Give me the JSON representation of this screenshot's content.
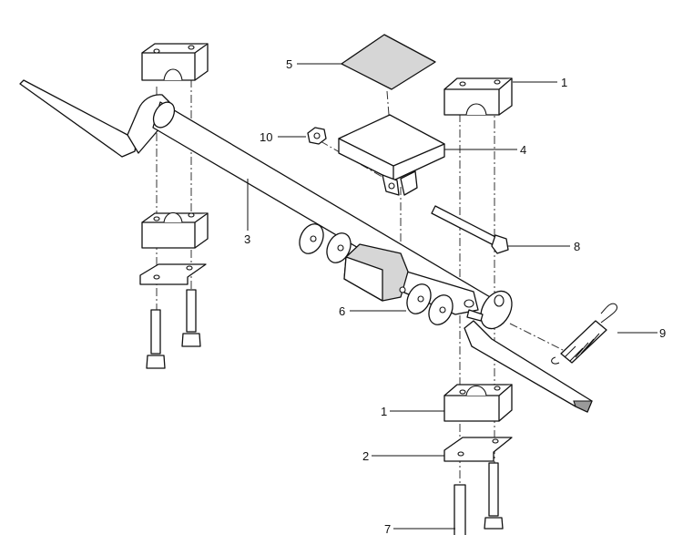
{
  "callouts": [
    {
      "id": "c1a",
      "text": "1"
    },
    {
      "id": "c1b",
      "text": "1"
    },
    {
      "id": "c2",
      "text": "2"
    },
    {
      "id": "c3",
      "text": "3"
    },
    {
      "id": "c4",
      "text": "4"
    },
    {
      "id": "c5",
      "text": "5"
    },
    {
      "id": "c6",
      "text": "6"
    },
    {
      "id": "c7",
      "text": "7"
    },
    {
      "id": "c8",
      "text": "8"
    },
    {
      "id": "c9",
      "text": "9"
    },
    {
      "id": "c10",
      "text": "10"
    }
  ]
}
